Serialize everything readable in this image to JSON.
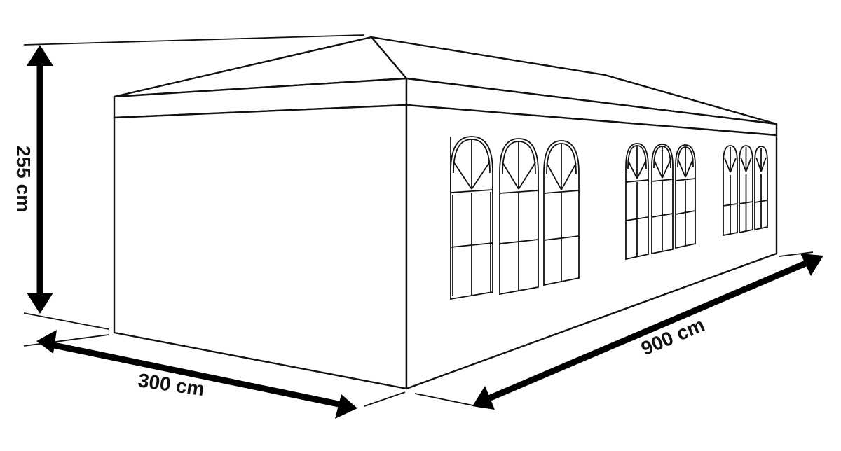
{
  "dimensions": {
    "height_label": "255 cm",
    "width_label": "300 cm",
    "length_label": "900 cm"
  }
}
